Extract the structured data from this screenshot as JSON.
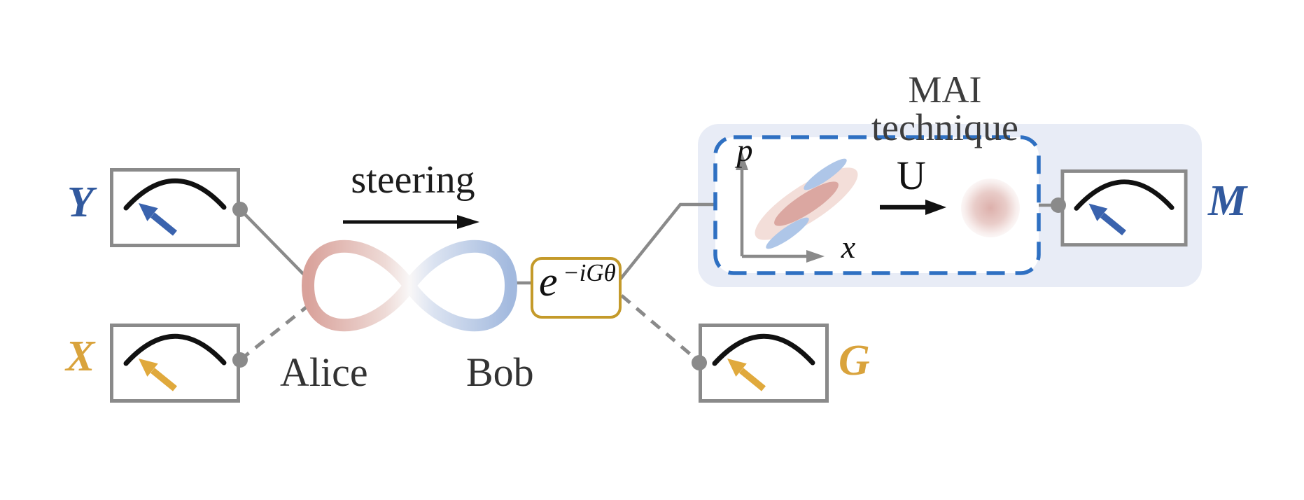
{
  "figure": {
    "steering_label": "steering",
    "alice_label": "Alice",
    "bob_label": "Bob",
    "meters": {
      "y": "Y",
      "x": "X",
      "g": "G",
      "m": "M"
    },
    "gate": {
      "base": "e",
      "exponent": "−iGθ"
    },
    "mai": {
      "title": "MAI technique",
      "p_axis_label": "p",
      "x_axis_label": "x",
      "unitary_label": "U"
    },
    "colors": {
      "blue_label": "#31599E",
      "blue_needle": "#3A63AE",
      "gold_label": "#D9A33C",
      "gold_needle": "#E0A93C",
      "gate_border": "#C49A2A",
      "gray_lines": "#8A8A8A",
      "dashed_box_blue": "#2F70C2",
      "mai_panel_bg": "#E8ECF6",
      "infinity_pink": "#D9A29B",
      "infinity_blue": "#A2B9DE",
      "squeezed_outer_pink": "#F3DED9",
      "squeezed_inner_pink": "#DBA7A1",
      "sideband_blue": "#AEC6E8",
      "dark_text": "#333333"
    }
  }
}
